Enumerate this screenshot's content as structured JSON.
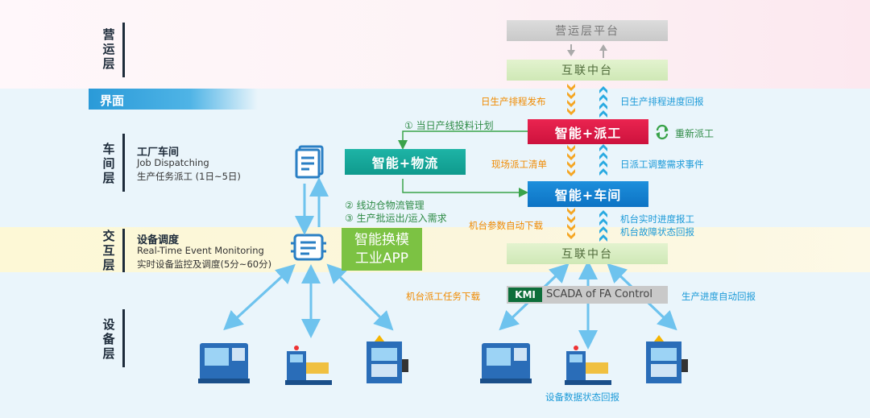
{
  "layers": {
    "operations": "营运层",
    "interface": "界面",
    "workshop": "车间层",
    "interaction": "交互层",
    "equipment": "设备层"
  },
  "left": {
    "factory_title": "工厂车间",
    "factory_en": "Job Dispatching",
    "factory_cn": "生产任务派工 (1日~5日)",
    "device_title": "设备调度",
    "device_en": "Real-Time Event Monitoring",
    "device_cn": "实时设备监控及调度(5分~60分)"
  },
  "boxes": {
    "ops_platform": "营运层平台",
    "internet_top": "互联中台",
    "smart_dispatch": "智能+派工",
    "smart_logistics": "智能+物流",
    "smart_workshop": "智能+车间",
    "internet_bottom": "互联中台",
    "app_line1": "智能换模",
    "app_line2": "工业APP",
    "kmi": "KMI",
    "scada": "SCADA of FA Control"
  },
  "labels": {
    "daily_release": "日生产排程发布",
    "daily_feedback": "日生产排程进度回报",
    "material_plan": "① 当日产线投料计划",
    "redispatch": "重新派工",
    "site_list": "现场派工清单",
    "adjust_event": "日派工调整需求事件",
    "warehouse": "② 线边仓物流管理",
    "batch": "③ 生产批运出/运入需求",
    "param_download": "机台参数自动下载",
    "realtime_report": "机台实时进度报工",
    "fault_report": "机台故障状态回报",
    "task_download": "机台派工任务下载",
    "auto_report": "生产进度自动回报",
    "device_status": "设备数据状态回报"
  },
  "colors": {
    "orange": "#f08a00",
    "blue": "#1c9ad8",
    "green": "#2e9c46",
    "red": "#e21a48",
    "teal": "#14a89b"
  }
}
